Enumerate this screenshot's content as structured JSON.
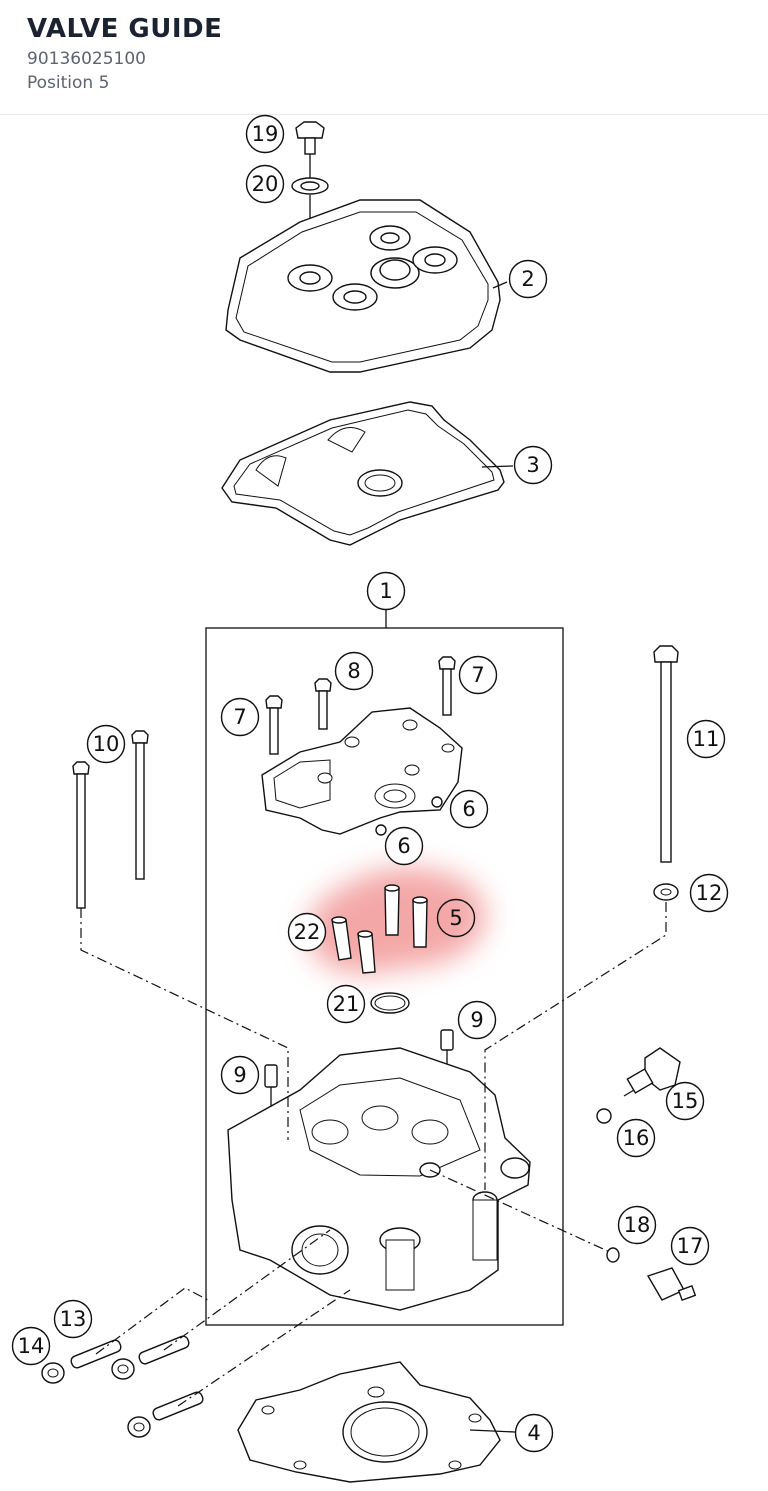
{
  "header": {
    "title": "VALVE GUIDE",
    "part_number": "90136025100",
    "position": "Position 5"
  },
  "diagram": {
    "highlight_color": "#f08a8a",
    "callouts": {
      "c1": "1",
      "c2": "2",
      "c3": "3",
      "c4": "4",
      "c5": "5",
      "c6a": "6",
      "c6b": "6",
      "c7a": "7",
      "c7b": "7",
      "c8": "8",
      "c9a": "9",
      "c9b": "9",
      "c10": "10",
      "c11": "11",
      "c12": "12",
      "c13": "13",
      "c14": "14",
      "c15": "15",
      "c16": "16",
      "c17": "17",
      "c18": "18",
      "c19": "19",
      "c20": "20",
      "c21": "21",
      "c22": "22"
    }
  }
}
